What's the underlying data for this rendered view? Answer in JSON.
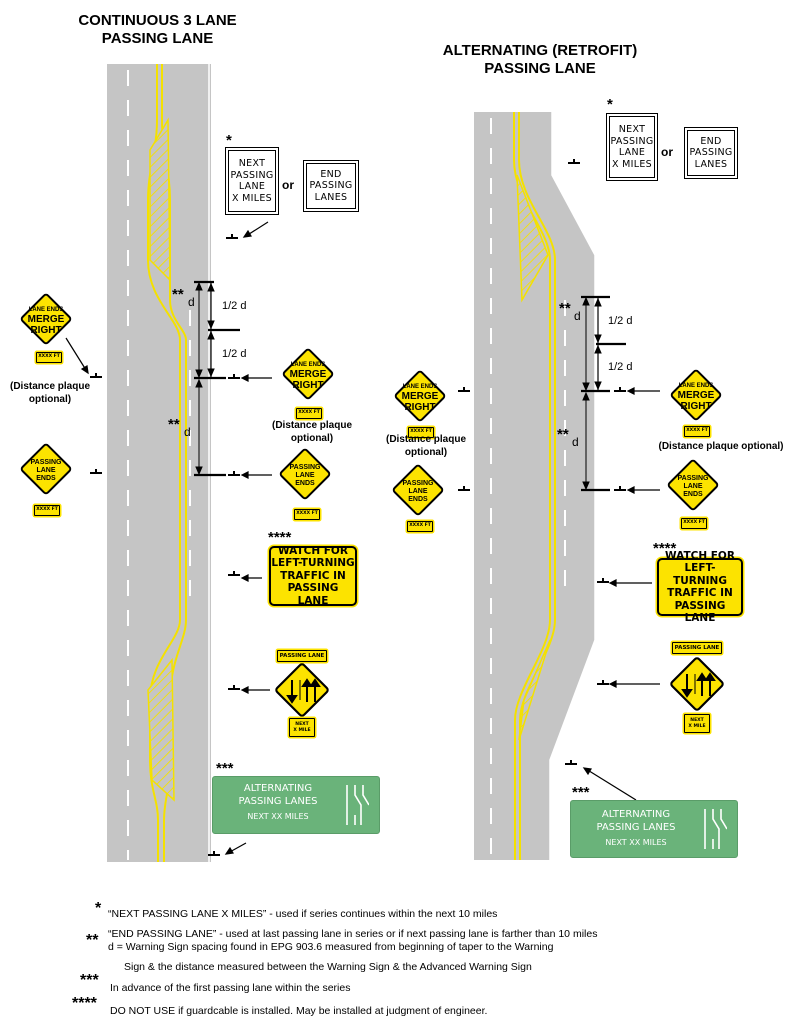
{
  "left_diagram": {
    "title_line1": "CONTINUOUS 3 LANE",
    "title_line2": "PASSING LANE",
    "next_sign": [
      "NEXT",
      "PASSING",
      "LANE",
      "X MILES"
    ],
    "end_sign": [
      "END",
      "PASSING",
      "LANES"
    ],
    "or_label": "or",
    "star_next": "*",
    "dim_label_d": "d",
    "dim_stars": "**",
    "half_d": "1/2 d",
    "distance_plaque_note_left": [
      "(Distance plaque",
      "optional)"
    ],
    "distance_plaque_note_right": [
      "(Distance plaque",
      "optional)"
    ],
    "star_watch": "****",
    "star_green": "***"
  },
  "right_diagram": {
    "title_line1": "ALTERNATING (RETROFIT)",
    "title_line2": "PASSING LANE",
    "next_sign": [
      "NEXT",
      "PASSING",
      "LANE",
      "X MILES"
    ],
    "end_sign": [
      "END",
      "PASSING",
      "LANES"
    ],
    "or_label": "or",
    "star_next": "*",
    "dim_label_d": "d",
    "dim_stars": "**",
    "half_d": "1/2 d",
    "distance_plaque_note_left": [
      "(Distance plaque",
      "optional)"
    ],
    "distance_plaque_note_right": "(Distance plaque optional)",
    "star_watch": "****",
    "star_green": "***"
  },
  "signs": {
    "lane_ends_merge_right": [
      "LANE ENDS",
      "MERGE",
      "RIGHT"
    ],
    "passing_lane_ends": [
      "PASSING",
      "LANE",
      "ENDS"
    ],
    "distance_plaque": "XXXX FT",
    "watch_for": [
      "WATCH FOR",
      "LEFT-TURNING",
      "TRAFFIC IN",
      "PASSING LANE"
    ],
    "passing_lane_plaque": "PASSING LANE",
    "next_x_mile_plaque": [
      "NEXT",
      "X MILE"
    ],
    "alternating": [
      "ALTERNATING",
      "PASSING LANES",
      "NEXT XX MILES"
    ]
  },
  "footnotes": [
    {
      "stars": "*",
      "lines": [
        "“NEXT PASSING LANE X MILES” - used if series continues within the next 10 miles"
      ]
    },
    {
      "stars": "**",
      "lines": [
        "“END PASSING LANE” - used at last passing lane in series or if next passing lane is farther than 10 miles",
        "d = Warning Sign spacing found in EPG 903.6 measured from beginning of taper to the Warning",
        "Sign & the distance measured between the Warning Sign & the Advanced Warning Sign"
      ]
    },
    {
      "stars": "***",
      "lines": [
        "In advance of the first passing lane within the series"
      ]
    },
    {
      "stars": "****",
      "lines": [
        "DO NOT USE if guardcable is installed.  May be installed at judgment of engineer."
      ]
    }
  ],
  "colors": {
    "road": "#c5c5c5",
    "yellow_line": "#f4e100",
    "sign_yellow": "#fce300",
    "guide_green": "#6ab37a"
  }
}
